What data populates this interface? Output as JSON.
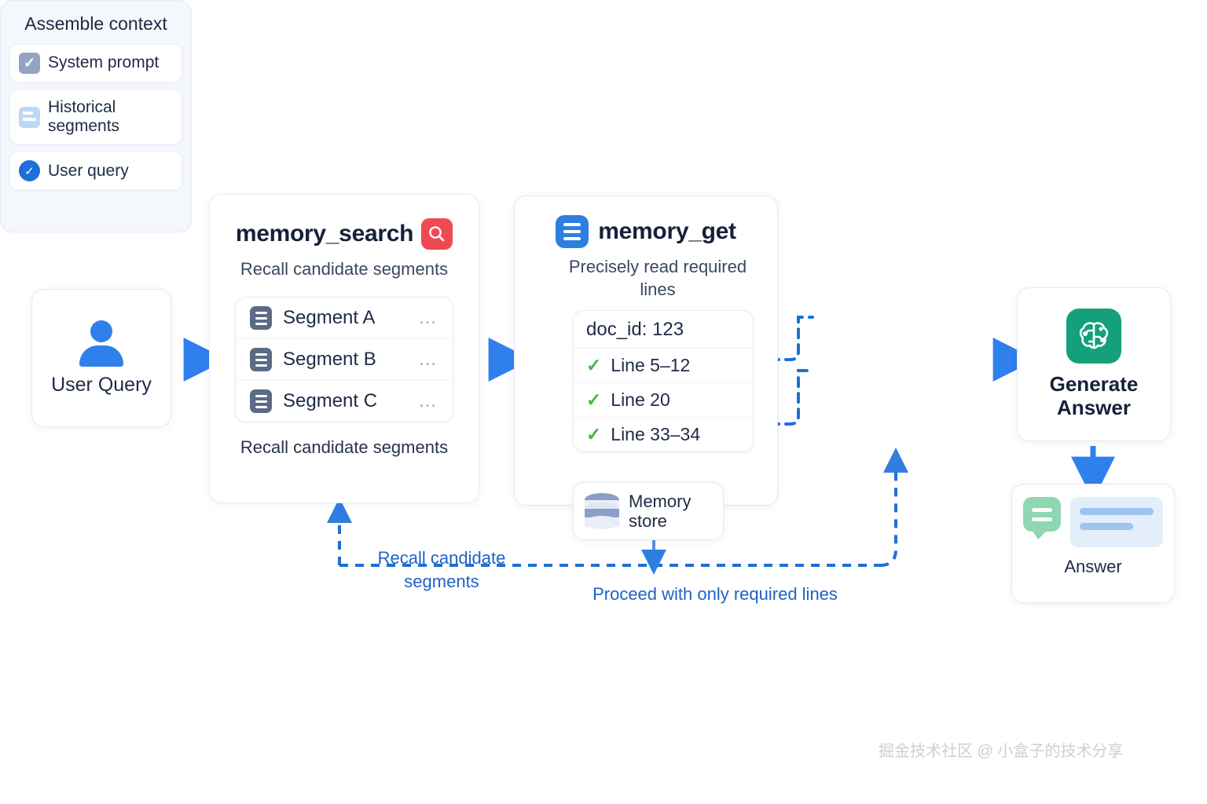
{
  "nodes": {
    "user_query": {
      "label": "User Query",
      "icon": "user-icon"
    },
    "memory_search": {
      "title": "memory_search",
      "icon": "search-icon",
      "subtitle": "Recall candidate segments",
      "segments": [
        {
          "icon": "document-icon",
          "label": "Segment A",
          "more": "…"
        },
        {
          "icon": "document-icon",
          "label": "Segment B",
          "more": "…"
        },
        {
          "icon": "document-icon",
          "label": "Segment C",
          "more": "…"
        }
      ],
      "footer": "Recall candidate segments"
    },
    "memory_get": {
      "title": "memory_get",
      "icon": "database-icon",
      "subtitle": "Precisely read required lines",
      "doc_id": "doc_id: 123",
      "lines": [
        {
          "check": "✓",
          "label": "Line 5–12"
        },
        {
          "check": "✓",
          "label": "Line 20"
        },
        {
          "check": "✓",
          "label": "Line 33–34"
        }
      ]
    },
    "memory_store": {
      "label_line1": "Memory",
      "label_line2": "store",
      "icon": "database-cylinder-icon"
    },
    "assemble": {
      "title": "Assemble context",
      "items": [
        {
          "icon": "checkbox-checked-icon",
          "label": "System prompt"
        },
        {
          "icon": "history-save-icon",
          "label": "Historical segments"
        },
        {
          "icon": "user-query-dot-icon",
          "label": "User query"
        }
      ]
    },
    "generate": {
      "icon": "brain-circuit-icon",
      "label_line1": "Generate",
      "label_line2": "Answer"
    },
    "answer": {
      "icon": "chat-bubble-icon",
      "label": "Answer"
    }
  },
  "flow_labels": {
    "recall": "Recall candidate segments",
    "proceed": "Proceed with only required lines"
  },
  "watermark": "掘金技术社区 @ 小盒子的技术分享",
  "colors": {
    "arrow_blue": "#2f80ed",
    "dashed_blue": "#1f6fd8",
    "search_red": "#ef4a52",
    "db_blue": "#2f7fe0",
    "brain_green": "#14a07a",
    "tick_green": "#3cbb3c",
    "doc_slate": "#5b6b86",
    "panel_bg": "#f4f7fc",
    "text_dark": "#1e2a45",
    "label_blue": "#1f62c6"
  }
}
